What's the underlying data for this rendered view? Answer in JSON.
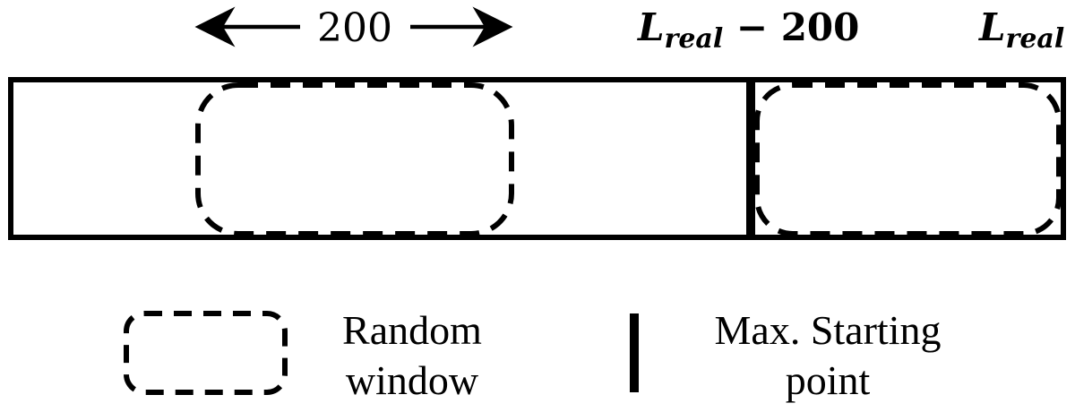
{
  "top_labels": {
    "window_size": "200",
    "max_start_base": "L",
    "max_start_sub": "real",
    "max_start_suffix": " − 200",
    "end_base": "L",
    "end_sub": "real"
  },
  "legend": {
    "random_window_line1": "Random",
    "random_window_line2": "window",
    "max_start_line1": "Max. Starting",
    "max_start_line2": "point"
  },
  "colors": {
    "stroke": "#000000",
    "background": "#ffffff"
  }
}
